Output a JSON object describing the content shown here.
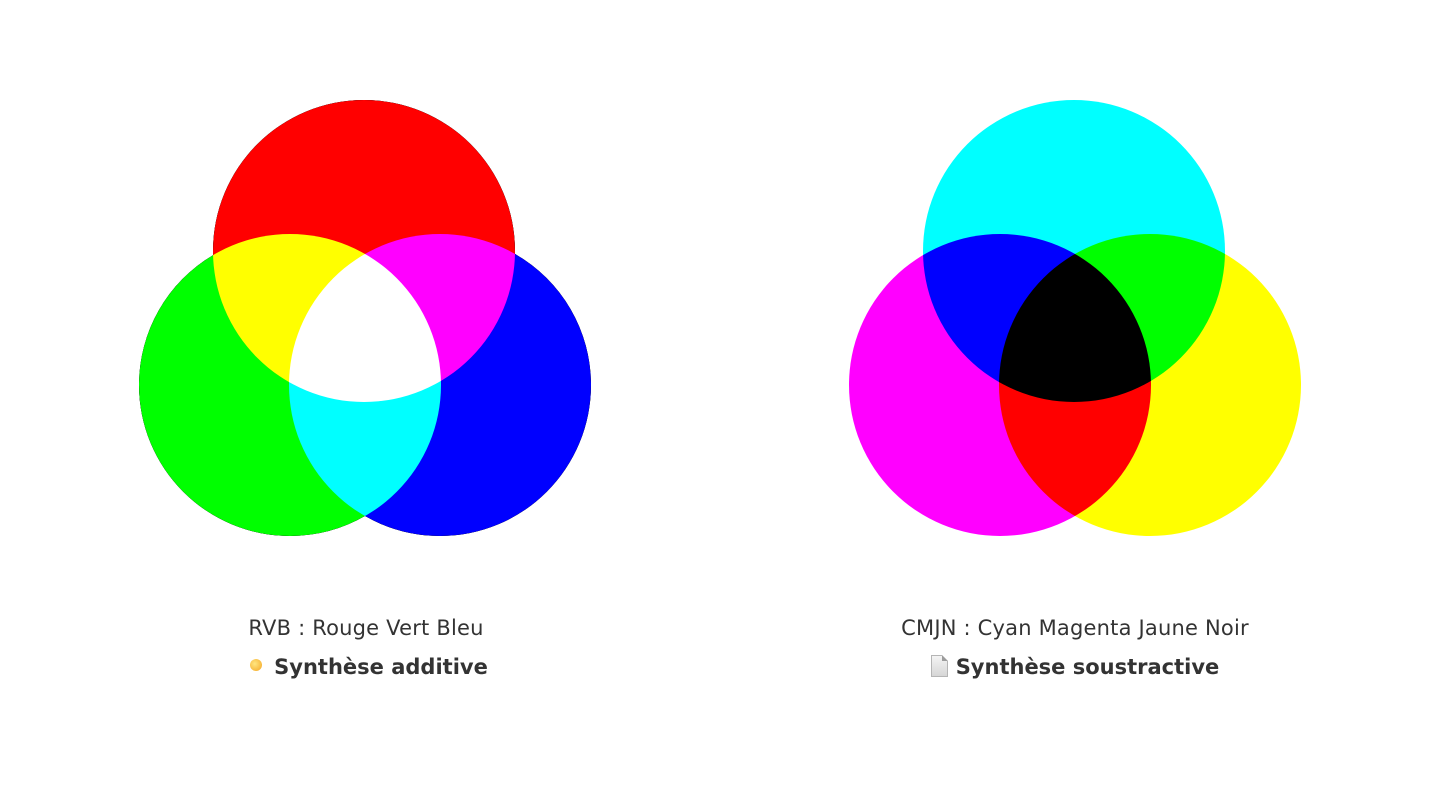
{
  "rgb": {
    "subtitle": "RVB : Rouge Vert Bleu",
    "title": "Synthèse additive",
    "icon": "sun-icon",
    "mode": "additive",
    "background": "#000000",
    "colors": {
      "red": "#ff0000",
      "green": "#00ff00",
      "blue": "#0000ff"
    }
  },
  "cmyk": {
    "subtitle": "CMJN : Cyan Magenta Jaune Noir",
    "title": "Synthèse soustractive",
    "icon": "page-icon",
    "mode": "subtractive",
    "background": "#ffffff",
    "colors": {
      "cyan": "#00ffff",
      "magenta": "#ff00ff",
      "yellow": "#ffff00"
    }
  },
  "caption_text_color": "#333333"
}
